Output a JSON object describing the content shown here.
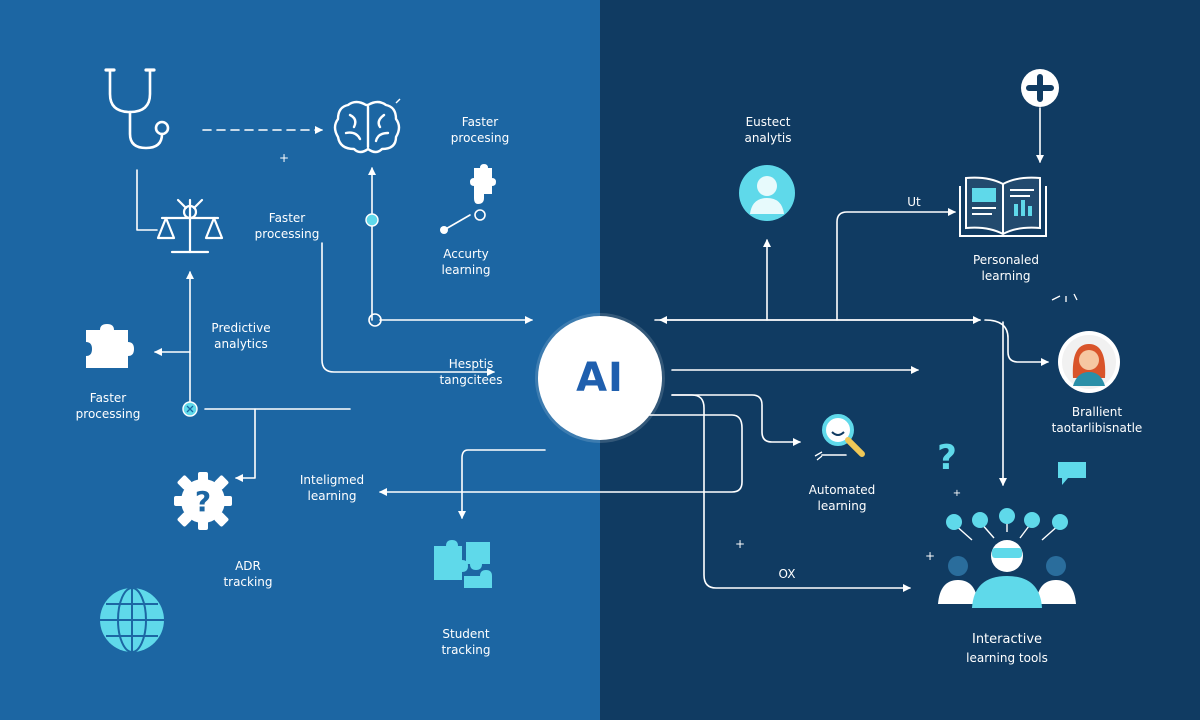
{
  "center": {
    "label": "AI"
  },
  "labels": {
    "faster_processing_top": "Faster\nprocesing",
    "faster_processing_mid": "Faster\nprocessing",
    "faster_processing_left": "Faster\nprocessing",
    "predictive_analytics": "Predictive\nanalytics",
    "accuracy_learning": "Accurty\nlearning",
    "hospital_tangibles": "Hesptis\ntangcitees",
    "intelligent_learning": "Inteligmed\nlearning",
    "adr_tracking": "ADR\ntracking",
    "student_tracking": "Student\ntracking",
    "eustect_analytis": "Eustect\nanalytis",
    "ut": "Ut",
    "personalized_learning": "Personaled\nlearning",
    "brallient": "Brallient\ntaotarlibisnatle",
    "automated_learning": "Automated\nlearning",
    "ox": "OX",
    "interactive_main": "Interactive",
    "interactive_sub": "learning tools"
  },
  "symbols": {
    "plus": "+",
    "question": "?"
  },
  "colors": {
    "left_bg": "#1c66a3",
    "right_bg": "#103b62",
    "accent": "#5fd9ea",
    "text": "#ffffff",
    "ai_text": "#1f5fae"
  }
}
